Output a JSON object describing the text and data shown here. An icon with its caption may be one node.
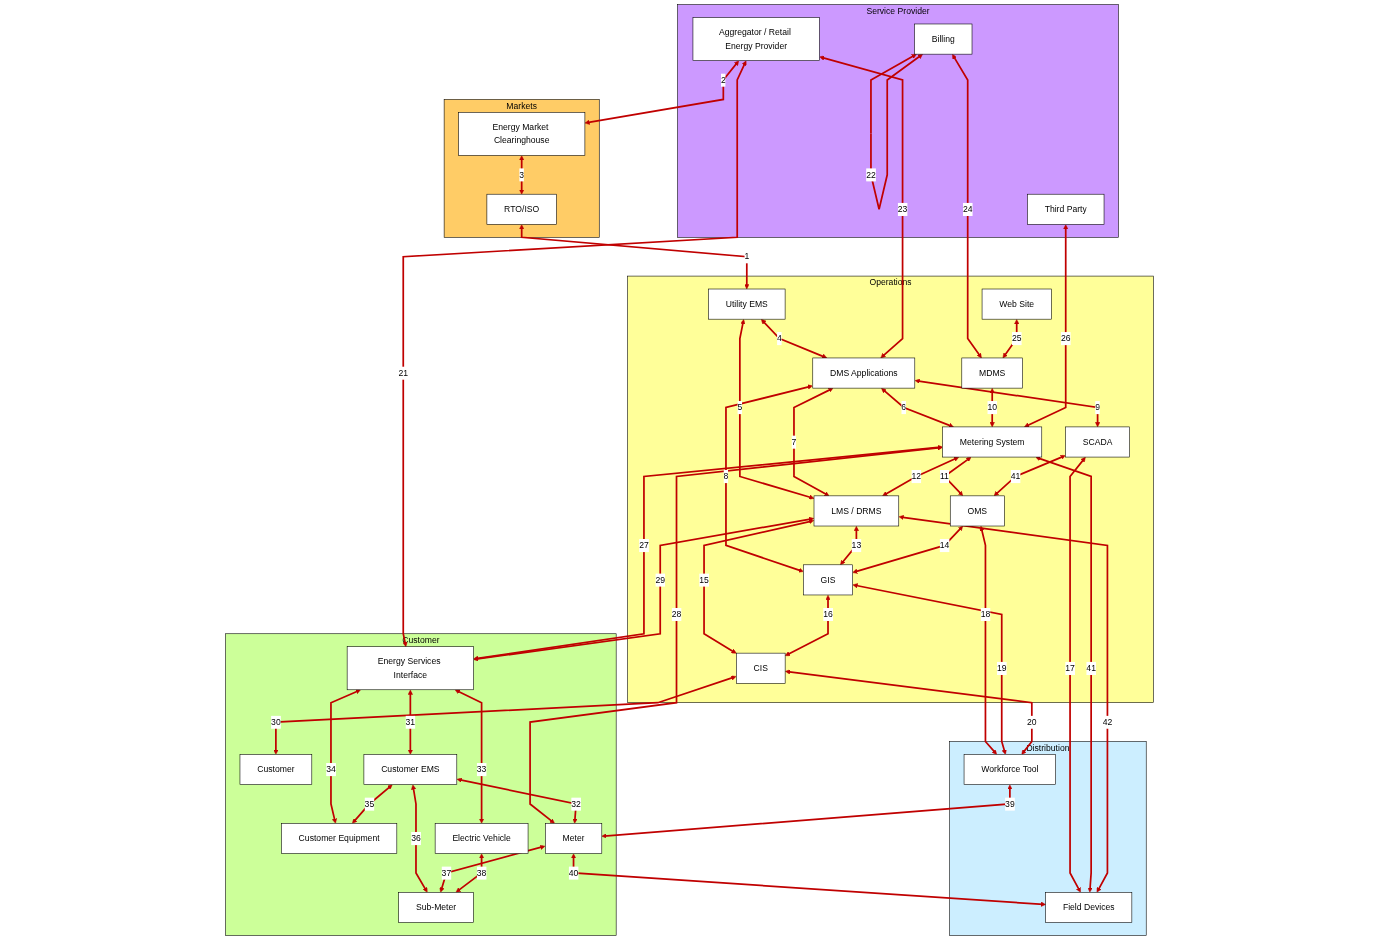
{
  "diagram": {
    "nodes": [
      {
        "text": [
          "Service Provider"
        ]
      },
      {
        "text": [
          "Aggregator / Retail Energy Provider"
        ],
        "in": 0
      },
      {
        "text": [
          "Billing"
        ],
        "in": 0
      },
      {
        "text": [
          "Third Party"
        ],
        "in": 0
      },
      {
        "text": [
          "Operations"
        ]
      },
      {
        "text": [
          "Utility EMS"
        ],
        "in": 4
      },
      {
        "text": [
          "DMS Applications"
        ],
        "in": 4
      },
      {
        "text": [
          "SCADA"
        ],
        "in": 4
      },
      {
        "text": [
          "Web Site"
        ],
        "in": 4
      },
      {
        "text": [
          "MDMS"
        ],
        "in": 4
      },
      {
        "text": [
          "OMS"
        ],
        "in": 4
      },
      {
        "text": [
          "LMS / DRMS"
        ],
        "in": 4
      },
      {
        "text": [
          "GIS"
        ],
        "in": 4
      },
      {
        "text": [
          "Metering System"
        ],
        "in": 4
      },
      {
        "text": [
          "CIS"
        ],
        "in": 4
      },
      {
        "text": [
          "Distribution"
        ]
      },
      {
        "text": [
          "Field Devices"
        ],
        "in": 15
      },
      {
        "text": [
          "Workforce Tool"
        ],
        "in": 15
      },
      {
        "text": [
          "Markets"
        ]
      },
      {
        "text": [
          "Energy Market Clearinghouse"
        ],
        "in": 18
      },
      {
        "text": [
          "RTO/ISO"
        ],
        "in": 18
      },
      {
        "text": [
          "Customer"
        ]
      },
      {
        "text": [
          "Customer"
        ],
        "in": 21
      },
      {
        "text": [
          "Energy Services Interface"
        ],
        "in": 21
      },
      {
        "text": [
          "Customer EMS"
        ],
        "in": 21
      },
      {
        "text": [
          "Meter"
        ],
        "in": 21
      },
      {
        "text": [
          "Customer Equipment"
        ],
        "in": 21
      },
      {
        "text": [
          "Sub-Meter"
        ],
        "in": 21
      },
      {
        "text": [
          "Electric Vehicle"
        ],
        "in": 21
      }
    ],
    "edges": [
      {
        "from": 20,
        "to": 5,
        "label": "1",
        "arrow": "both"
      },
      {
        "from": 1,
        "to": 19,
        "label": "2",
        "arrow": "both"
      },
      {
        "from": 19,
        "to": 20,
        "label": "3",
        "arrow": "both"
      },
      {
        "from": 5,
        "to": 6,
        "label": "4",
        "arrow": "both"
      },
      {
        "from": 5,
        "to": 11,
        "label": "5",
        "arrow": "both"
      },
      {
        "from": 6,
        "to": 13,
        "label": "6",
        "arrow": "both"
      },
      {
        "from": 6,
        "to": 11,
        "label": "7",
        "arrow": "both"
      },
      {
        "from": 6,
        "to": 12,
        "label": "8",
        "arrow": "both"
      },
      {
        "from": 6,
        "to": 7,
        "label": "9",
        "arrow": "both"
      },
      {
        "from": 9,
        "to": 13,
        "label": "10",
        "arrow": "both"
      },
      {
        "from": 13,
        "to": 10,
        "label": "11",
        "arrow": "both"
      },
      {
        "from": 13,
        "to": 11,
        "label": "12",
        "arrow": "both"
      },
      {
        "from": 11,
        "to": 12,
        "label": "13",
        "arrow": "both"
      },
      {
        "from": 10,
        "to": 12,
        "label": "14",
        "arrow": "both"
      },
      {
        "from": 11,
        "to": 14,
        "label": "15",
        "arrow": "both"
      },
      {
        "from": 12,
        "to": 14,
        "label": "16",
        "arrow": "both"
      },
      {
        "from": 7,
        "to": 16,
        "label": "17",
        "arrow": "both"
      },
      {
        "from": 10,
        "to": 17,
        "label": "18",
        "arrow": "both"
      },
      {
        "from": 12,
        "to": 17,
        "label": "19",
        "arrow": "both"
      },
      {
        "from": 14,
        "to": 17,
        "label": "20",
        "arrow": "both"
      },
      {
        "from": 1,
        "to": 23,
        "label": "21",
        "arrow": "both"
      },
      {
        "from": 2,
        "to": 2,
        "label": "22",
        "arrow": "both"
      },
      {
        "from": 1,
        "to": 6,
        "label": "23",
        "arrow": "both"
      },
      {
        "from": 2,
        "to": 9,
        "label": "24",
        "arrow": "both"
      },
      {
        "from": 8,
        "to": 9,
        "label": "25",
        "arrow": "both"
      },
      {
        "from": 3,
        "to": 13,
        "label": "26",
        "arrow": "both"
      },
      {
        "from": 13,
        "to": 23,
        "label": "27",
        "arrow": "both"
      },
      {
        "from": 13,
        "to": 25,
        "label": "28",
        "arrow": "both"
      },
      {
        "from": 11,
        "to": 23,
        "label": "29",
        "arrow": "both"
      },
      {
        "from": 14,
        "to": 22,
        "label": "30",
        "arrow": "both"
      },
      {
        "from": 23,
        "to": 24,
        "label": "31",
        "arrow": "both"
      },
      {
        "from": 24,
        "to": 25,
        "label": "32",
        "arrow": "both"
      },
      {
        "from": 23,
        "to": 28,
        "label": "33",
        "arrow": "both"
      },
      {
        "from": 23,
        "to": 26,
        "label": "34",
        "arrow": "both"
      },
      {
        "from": 24,
        "to": 26,
        "label": "35",
        "arrow": "both"
      },
      {
        "from": 24,
        "to": 27,
        "label": "36",
        "arrow": "both"
      },
      {
        "from": 25,
        "to": 27,
        "label": "37",
        "arrow": "both"
      },
      {
        "from": 28,
        "to": 27,
        "label": "38",
        "arrow": "both"
      },
      {
        "from": 17,
        "to": 25,
        "label": "39",
        "arrow": "both"
      },
      {
        "from": 25,
        "to": 16,
        "label": "40",
        "arrow": "both"
      },
      {
        "from": 13,
        "to": 16,
        "label": "41",
        "arrow": "both"
      },
      {
        "from": 7,
        "to": 10,
        "label": "41",
        "arrow": "both"
      },
      {
        "from": 11,
        "to": 16,
        "label": "42",
        "arrow": "both"
      }
    ]
  }
}
